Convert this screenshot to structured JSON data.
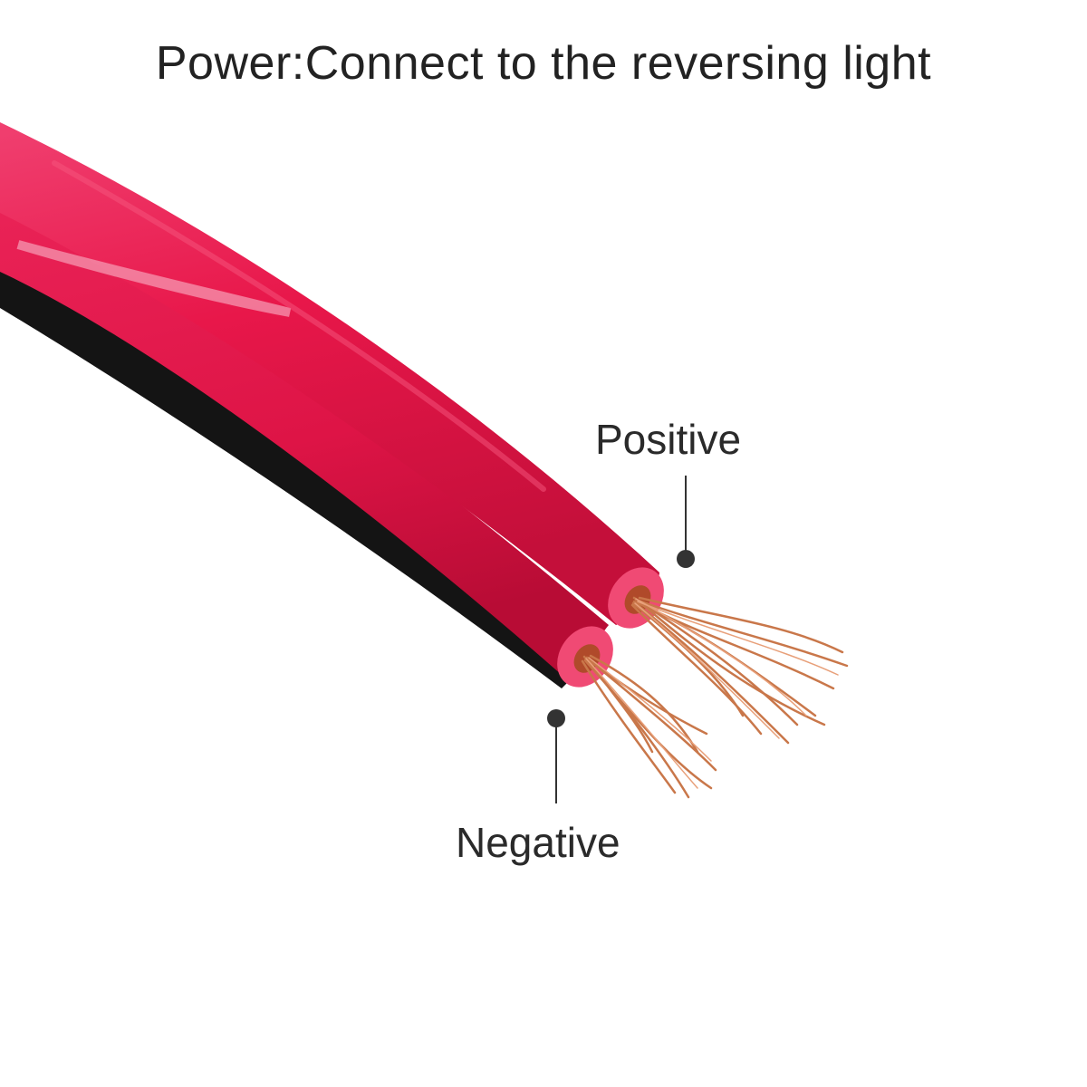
{
  "header": {
    "title": "Power:Connect to the reversing light"
  },
  "callouts": {
    "positive": "Positive",
    "negative": "Negative"
  },
  "colors": {
    "red_wire": "#e8174a",
    "red_wire_shadow": "#c40f3a",
    "red_wire_highlight": "#f7587f",
    "black_wire": "#141414",
    "copper": "#c9774a",
    "copper_light": "#e8a07a",
    "callout_line": "#333333",
    "text": "#222222"
  }
}
